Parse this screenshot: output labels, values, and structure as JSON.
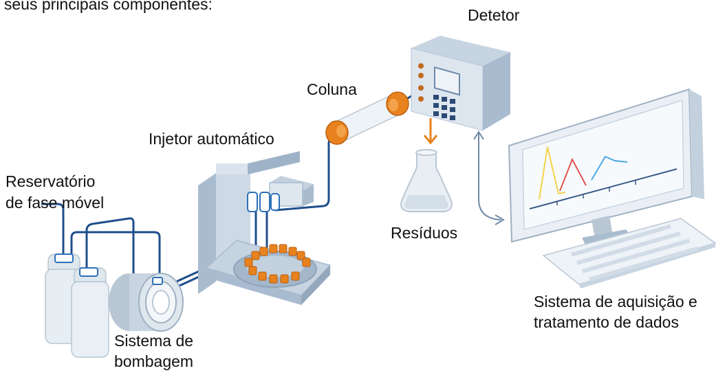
{
  "header_fragment": "s seus principais componentes:",
  "labels": {
    "detector": "Detetor",
    "column": "Coluna",
    "injector": "Injetor automático",
    "reservoir_line1": "Reservatório",
    "reservoir_line2": "de fase móvel",
    "waste": "Resíduos",
    "pump_line1": "Sistema de",
    "pump_line2": "bombagem",
    "data_line1": "Sistema de aquisição e",
    "data_line2": "tratamento de dados"
  },
  "colors": {
    "tube": "#1e4e8c",
    "accent_orange": "#e8821e",
    "device_face": "#dce6f0",
    "device_side": "#b4c4d6",
    "chromatogram_yellow": "#f2d24a",
    "chromatogram_red": "#e0554f",
    "chromatogram_blue": "#4aa8e0"
  }
}
